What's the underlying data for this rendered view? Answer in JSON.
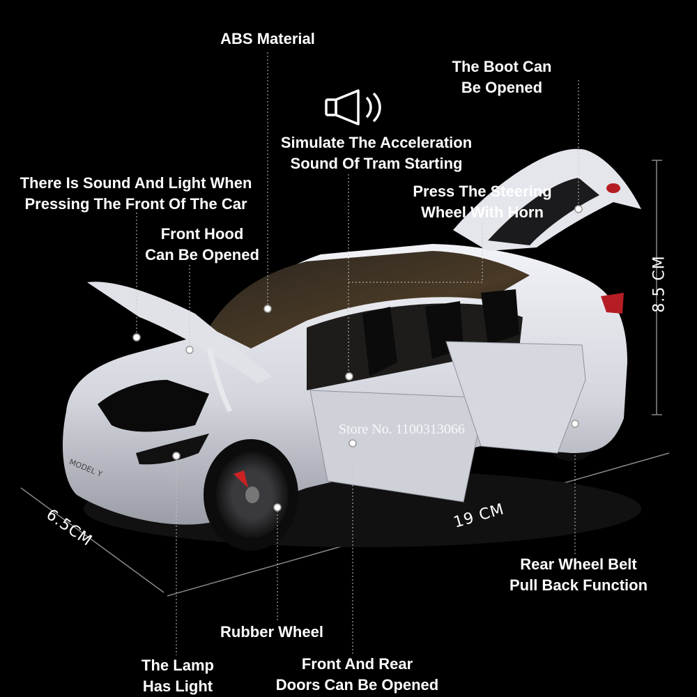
{
  "labels": {
    "abs": "ABS Material",
    "boot_1": "The Boot Can",
    "boot_2": "Be Opened",
    "sim_1": "Simulate The Acceleration",
    "sim_2": "Sound Of Tram Starting",
    "sound_1": "There Is Sound And Light When",
    "sound_2": "Pressing The Front Of The Car",
    "steer_1": "Press The Steering",
    "steer_2": "Wheel With Horn",
    "hood_1": "Front Hood",
    "hood_2": "Can Be Opened",
    "rear_1": "Rear Wheel Belt",
    "rear_2": "Pull Back Function",
    "rubber": "Rubber Wheel",
    "lamp_1": "The Lamp",
    "lamp_2": "Has Light",
    "doors_1": "Front And Rear",
    "doors_2": "Doors Can Be Opened"
  },
  "dimensions": {
    "height": "8.5 CM",
    "width": "6.5CM",
    "length": "19 CM"
  },
  "watermark": "Store No. 1100313066",
  "badge": "MODEL Y",
  "colors": {
    "background": "#000000",
    "text": "#ffffff",
    "body": "#d9dbe2",
    "leader": "#c8c8c8"
  },
  "icons": [
    "speaker-icon"
  ]
}
